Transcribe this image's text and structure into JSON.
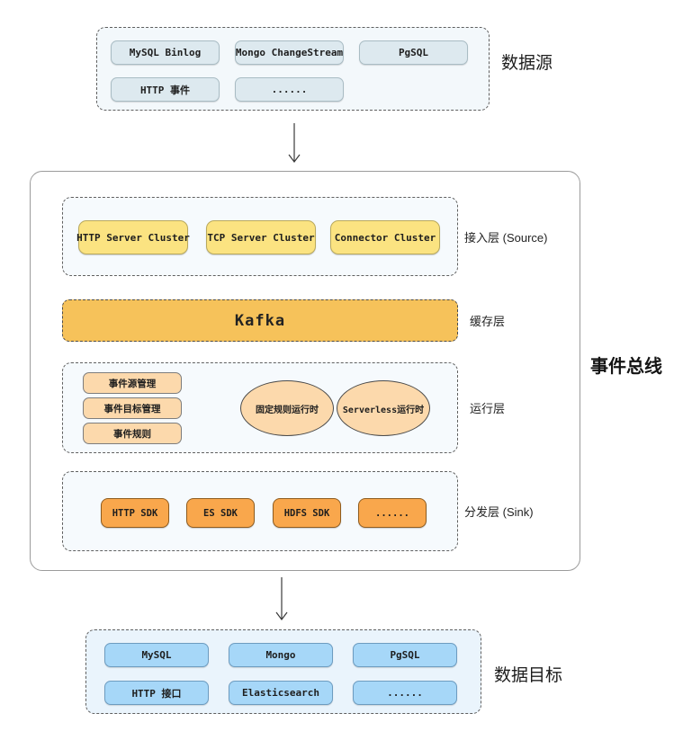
{
  "palette": {
    "source_chip_fill": "#dde9ef",
    "access_chip_fill": "#fbe381",
    "kafka_fill": "#f6c25a",
    "runtime_chip_fill": "#fcd9ac",
    "sink_chip_fill": "#f9a74c",
    "target_chip_fill": "#a6d7f8",
    "layer_bg": "#f6fafd",
    "source_group_bg": "#f3f8fb",
    "target_group_bg": "#eaf4fc"
  },
  "source_group": {
    "label": "数据源",
    "items": [
      "MySQL Binlog",
      "Mongo ChangeStream",
      "PgSQL",
      "HTTP 事件",
      "......"
    ]
  },
  "event_bus": {
    "label": "事件总线",
    "access_layer": {
      "label": "接入层 (Source)",
      "items": [
        "HTTP Server Cluster",
        "TCP Server Cluster",
        "Connector Cluster"
      ]
    },
    "cache_layer": {
      "label": "缓存层",
      "item": "Kafka"
    },
    "runtime_layer": {
      "label": "运行层",
      "management_items": [
        "事件源管理",
        "事件目标管理",
        "事件规则"
      ],
      "runtimes": [
        "固定规则运行时",
        "Serverless运行时"
      ]
    },
    "sink_layer": {
      "label": "分发层 (Sink)",
      "items": [
        "HTTP SDK",
        "ES SDK",
        "HDFS SDK",
        "......"
      ]
    }
  },
  "target_group": {
    "label": "数据目标",
    "items": [
      "MySQL",
      "Mongo",
      "PgSQL",
      "HTTP 接口",
      "Elasticsearch",
      "......"
    ]
  }
}
